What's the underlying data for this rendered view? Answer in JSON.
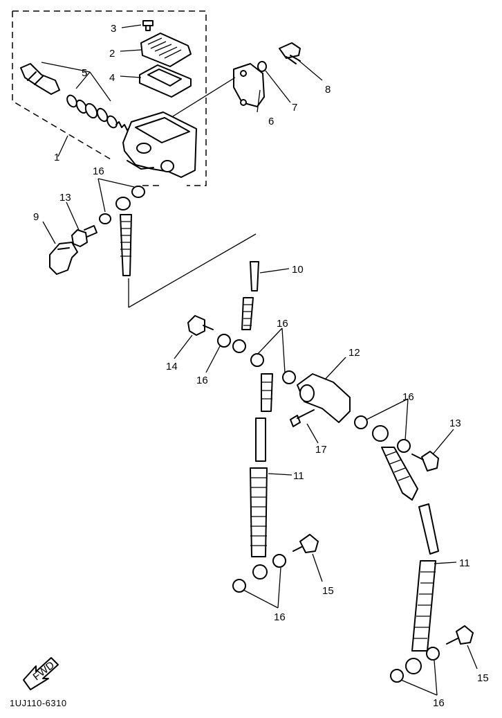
{
  "labels": {
    "l1": "1",
    "l2": "2",
    "l3": "3",
    "l4": "4",
    "l5": "5",
    "l6": "6",
    "l7": "7",
    "l8": "8",
    "l9": "9",
    "l10": "10",
    "l11a": "11",
    "l11b": "11",
    "l12": "12",
    "l13a": "13",
    "l13b": "13",
    "l14": "14",
    "l15a": "15",
    "l15b": "15",
    "l16a": "16",
    "l16b": "16",
    "l16c": "16",
    "l16d": "16",
    "l16e": "16",
    "l16f": "16",
    "l17": "17"
  },
  "fwd_text": "FWD",
  "diagram_code": "1UJ110-6310"
}
